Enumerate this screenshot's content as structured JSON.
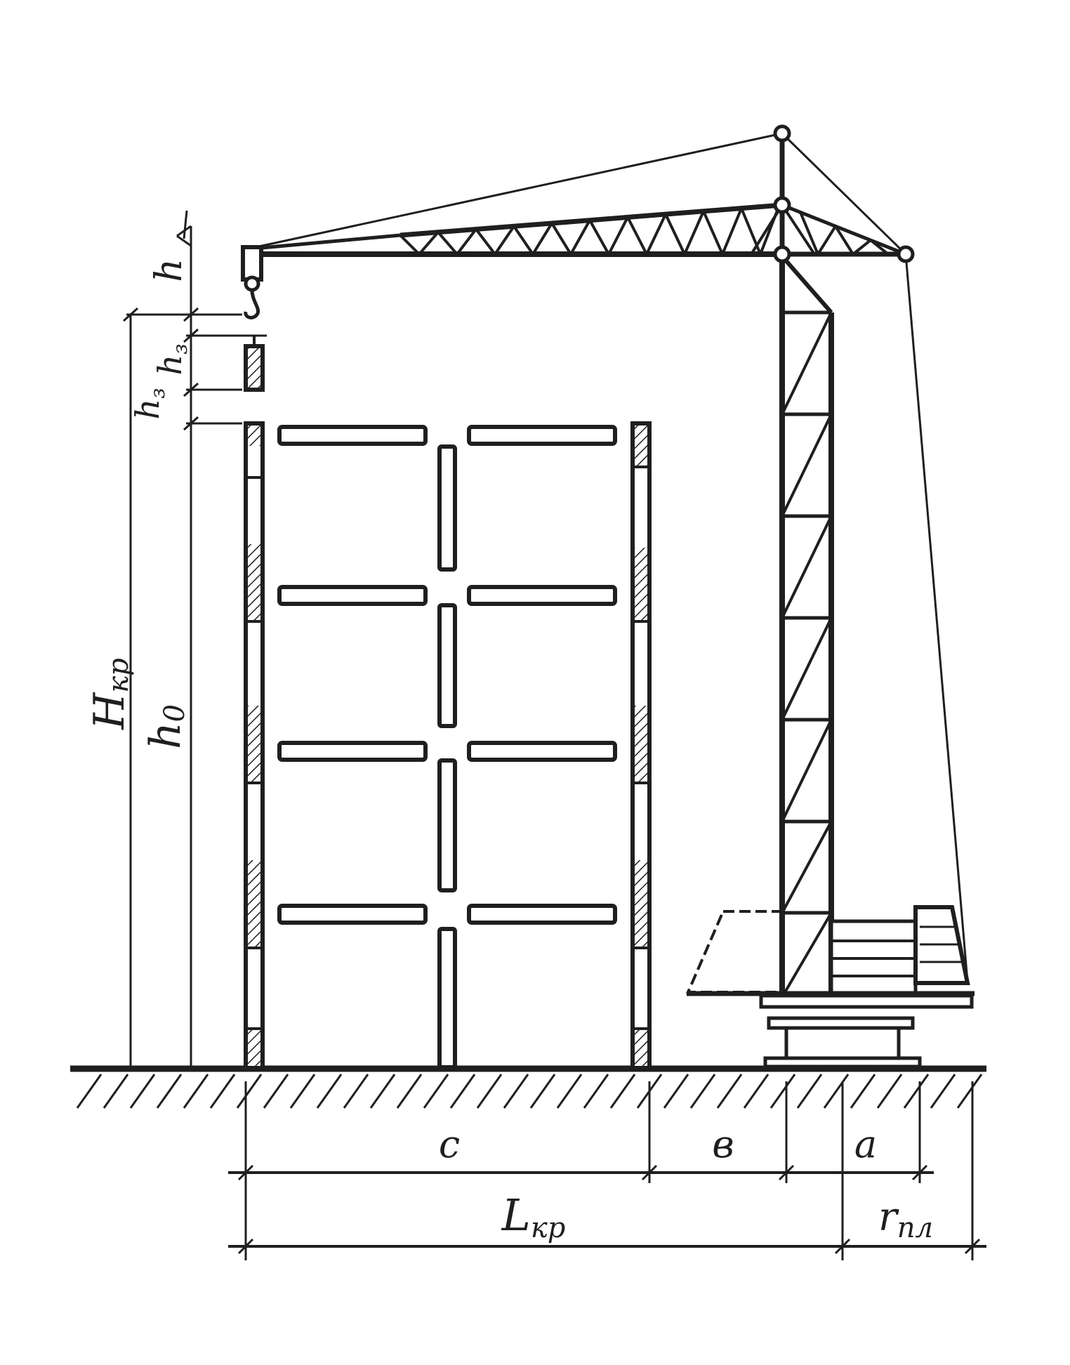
{
  "labels": {
    "h": "h",
    "h3a": "h",
    "h3a_sub": "з",
    "h3b": "h",
    "h3b_sub": "з",
    "Hkr": "H",
    "Hkr_sub": "кр",
    "h0": "h",
    "h0_sub": "0",
    "c": "c",
    "b": "в",
    "a": "a",
    "Lkr": "L",
    "Lkr_sub": "кр",
    "rpl": "r",
    "rpl_sub": "пл"
  },
  "colors": {
    "ink": "#1f1f1f",
    "paper": "#ffffff"
  }
}
